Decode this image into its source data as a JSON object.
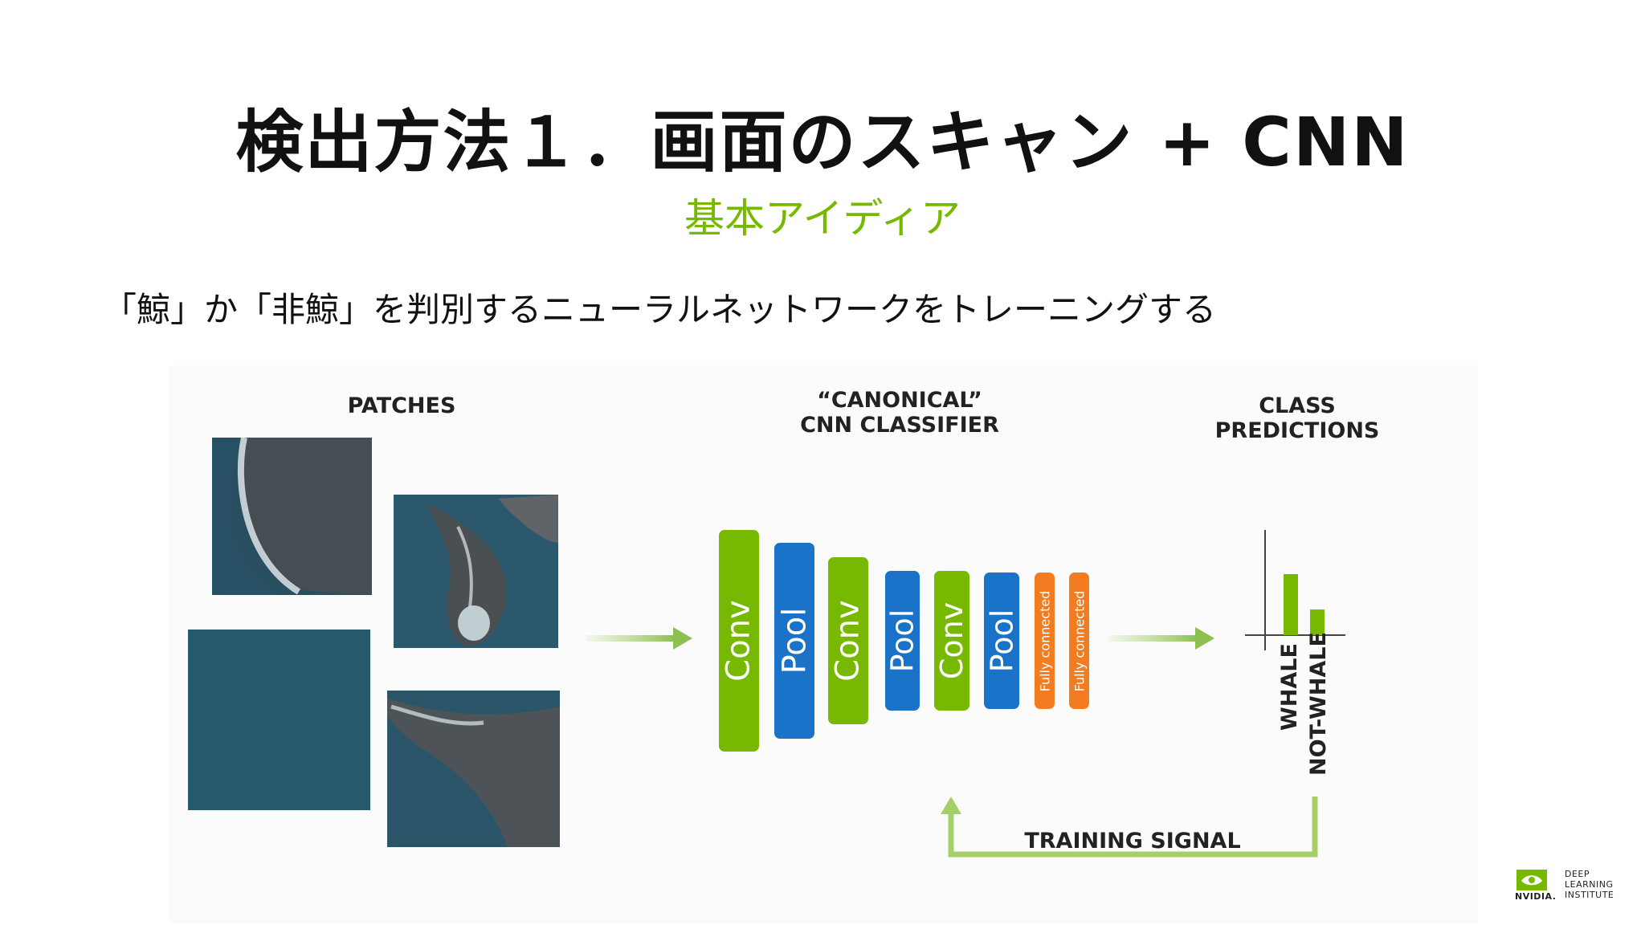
{
  "slide": {
    "title": "検出方法１．画面のスキャン + CNN",
    "subtitle": "基本アイディア",
    "lead": "「鯨」か「非鯨」を判別するニューラルネットワークをトレーニングする"
  },
  "diagram": {
    "patches_header": "PATCHES",
    "classifier_header_line1": "“CANONICAL”",
    "classifier_header_line2": "CNN CLASSIFIER",
    "predictions_header": "CLASS PREDICTIONS",
    "layers": [
      {
        "label": "Conv",
        "type": "conv"
      },
      {
        "label": "Pool",
        "type": "pool"
      },
      {
        "label": "Conv",
        "type": "conv"
      },
      {
        "label": "Pool",
        "type": "pool"
      },
      {
        "label": "Conv",
        "type": "conv"
      },
      {
        "label": "Pool",
        "type": "pool"
      },
      {
        "label": "Fully connected",
        "type": "fc"
      },
      {
        "label": "Fully connected",
        "type": "fc"
      }
    ],
    "class_whale": "WHALE",
    "class_not_whale": "NOT-WHALE",
    "whale_score": 1.0,
    "not_whale_score": 0.42,
    "training_signal": "TRAINING SIGNAL",
    "colors": {
      "conv": "#76b900",
      "pool": "#1a73c8",
      "fc": "#f47c20",
      "arrow": "#a6cf6a"
    }
  },
  "logo": {
    "brand": "NVIDIA.",
    "line1": "DEEP",
    "line2": "LEARNING",
    "line3": "INSTITUTE"
  }
}
